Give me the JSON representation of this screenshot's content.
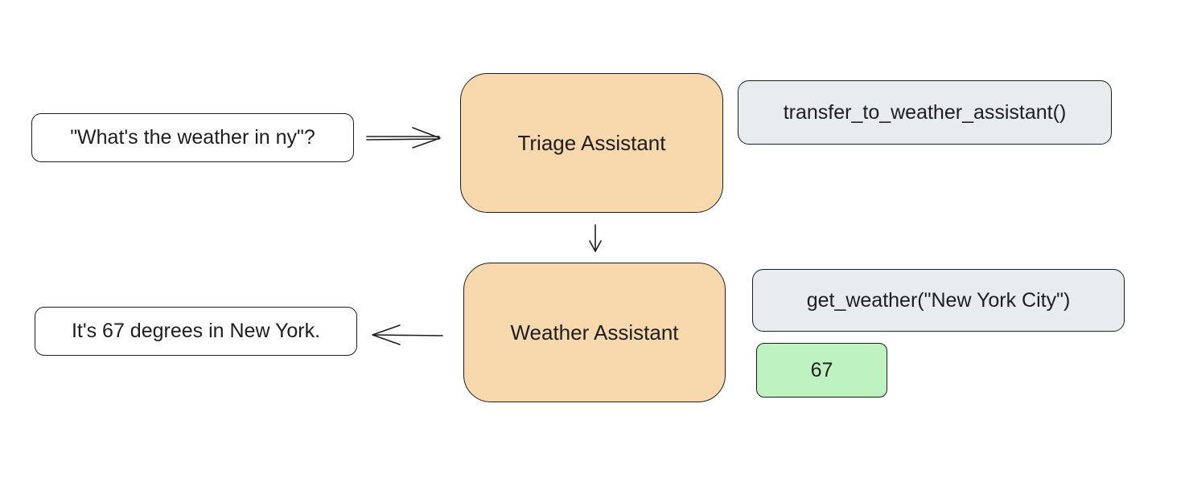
{
  "user_message": "\"What's the weather in ny\"?",
  "assistant_reply": "It's 67 degrees in New York.",
  "agents": {
    "triage": "Triage Assistant",
    "weather": "Weather Assistant"
  },
  "tool_calls": {
    "transfer": "transfer_to_weather_assistant()",
    "get_weather": "get_weather(\"New York City\")",
    "get_weather_result": "67"
  },
  "colors": {
    "agent_fill": "#f8d9ae",
    "tool_call_fill": "#e9ecef",
    "tool_result_fill": "#bff2c1",
    "stroke": "#1e1e1e"
  }
}
